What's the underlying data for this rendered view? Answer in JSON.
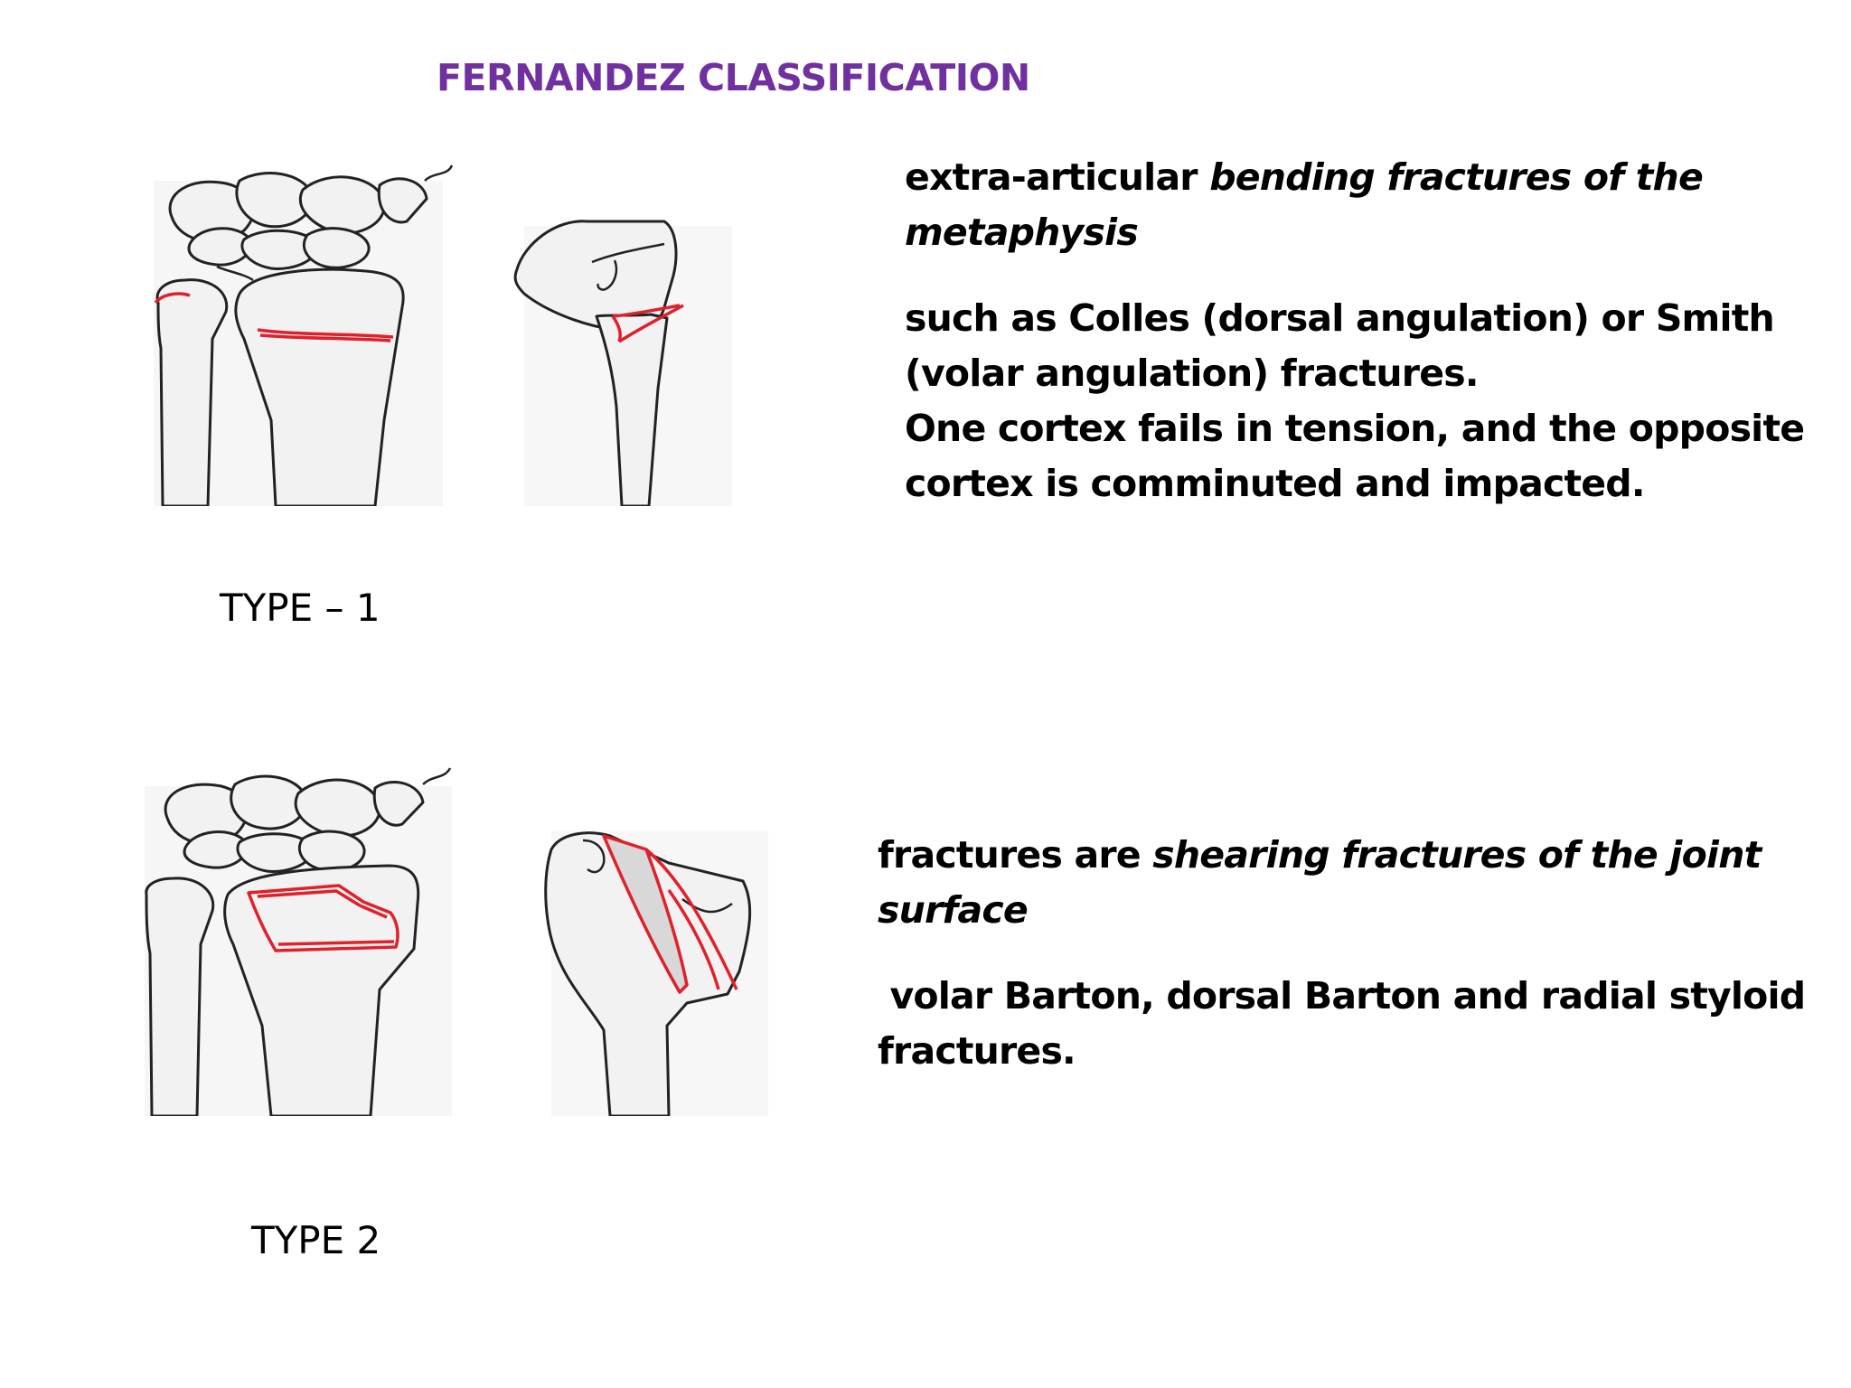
{
  "slide": {
    "title": "FERNANDEZ CLASSIFICATION",
    "sections": [
      {
        "label": "TYPE – 1",
        "desc_1_plain": "extra-articular ",
        "desc_1_italic": "bending fractures of the metaphysis",
        "desc_2": "such as Colles (dorsal angulation) or Smith (volar angulation) fractures.",
        "desc_3": "One cortex fails in tension, and the opposite cortex is comminuted and impacted."
      },
      {
        "label": "TYPE 2",
        "desc_1_plain": "fractures are ",
        "desc_1_italic": "shearing fractures of the joint surface",
        "desc_2": " volar Barton, dorsal Barton and radial styloid fractures."
      }
    ],
    "colors": {
      "title": "#7030a0",
      "fracture_line": "#e0202a",
      "bone_outline": "#222222",
      "bone_fill": "#f4f4f4"
    }
  }
}
